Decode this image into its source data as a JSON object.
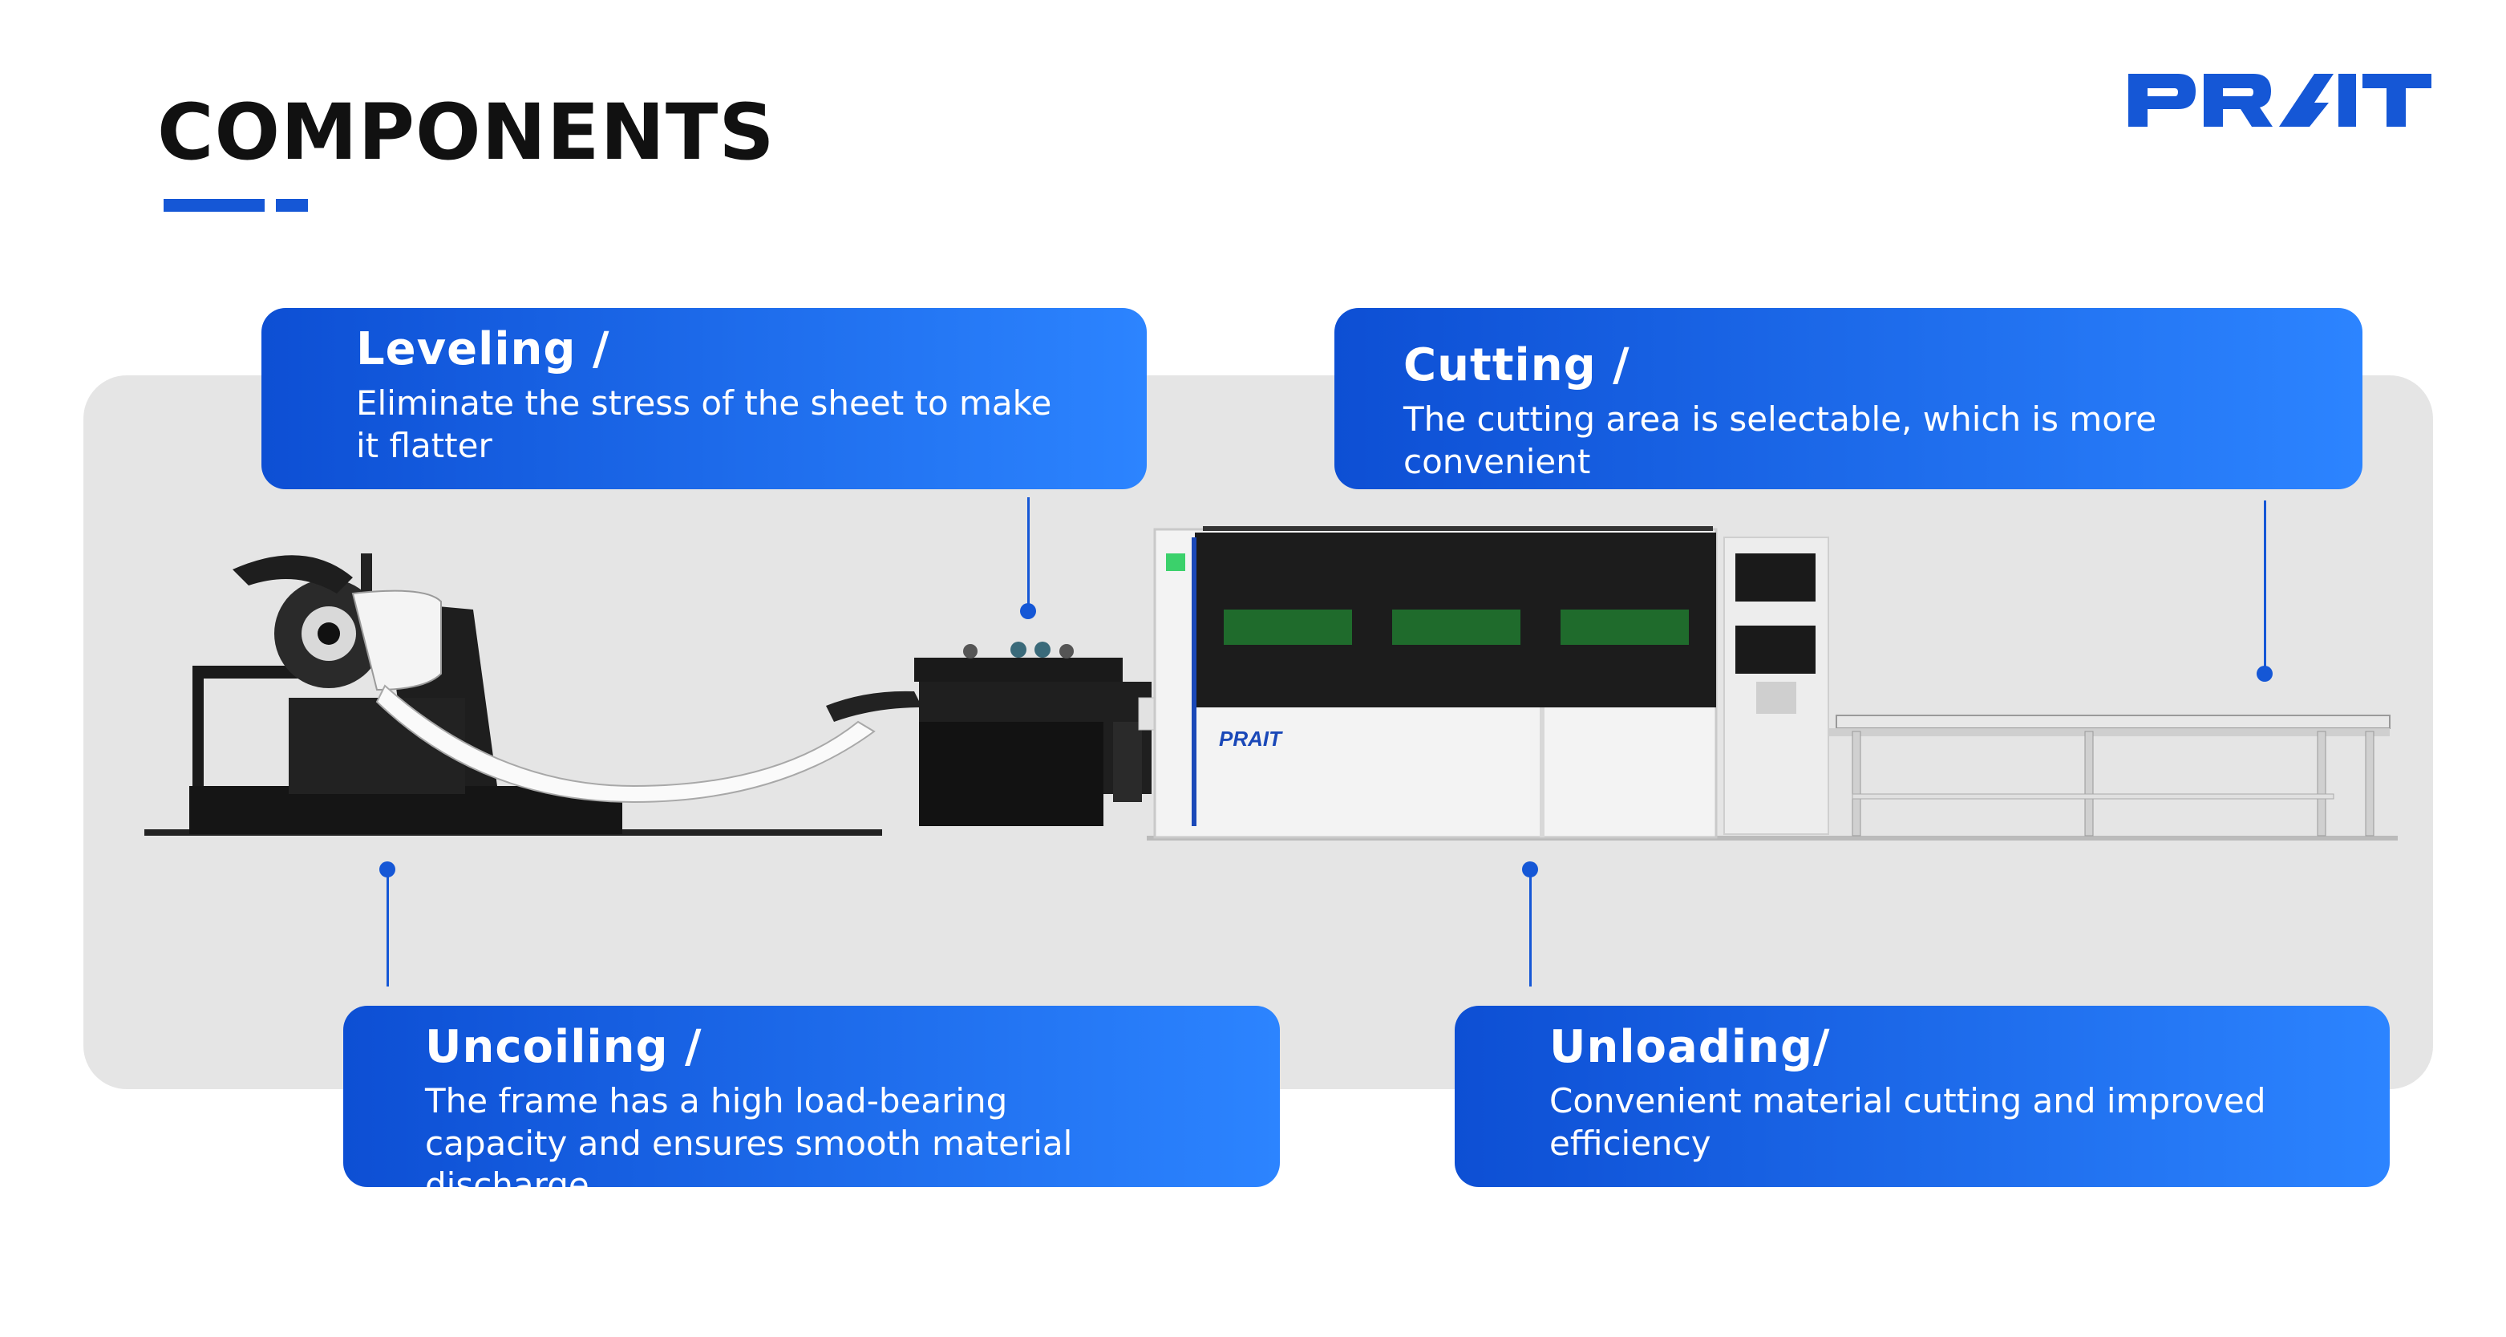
{
  "header": {
    "title": "COMPONENTS",
    "logo_text": "PRAIT",
    "accent_color": "#1557d6"
  },
  "components": [
    {
      "id": "leveling",
      "title": "Leveling /",
      "desc_line1": "Eliminate the stress of the  sheet to make",
      "desc_line2": "it flatter"
    },
    {
      "id": "cutting",
      "title": "Cutting /",
      "desc_line1": "The cutting area is selectable, which is more convenient",
      "desc_line2": ""
    },
    {
      "id": "uncoiling",
      "title": "Uncoiling /",
      "desc_line1": "The frame has a high load-bearing",
      "desc_line2": "capacity and ensures smooth material discharge"
    },
    {
      "id": "unloading",
      "title": "Unloading/",
      "desc_line1": "Convenient material cutting and improved",
      "desc_line2": "efficiency"
    }
  ],
  "machine": {
    "brand_label": "PRAIT",
    "icons": [
      "uncoiler-machine-icon",
      "leveler-machine-icon",
      "laser-cutter-icon",
      "unloading-table-icon"
    ]
  }
}
